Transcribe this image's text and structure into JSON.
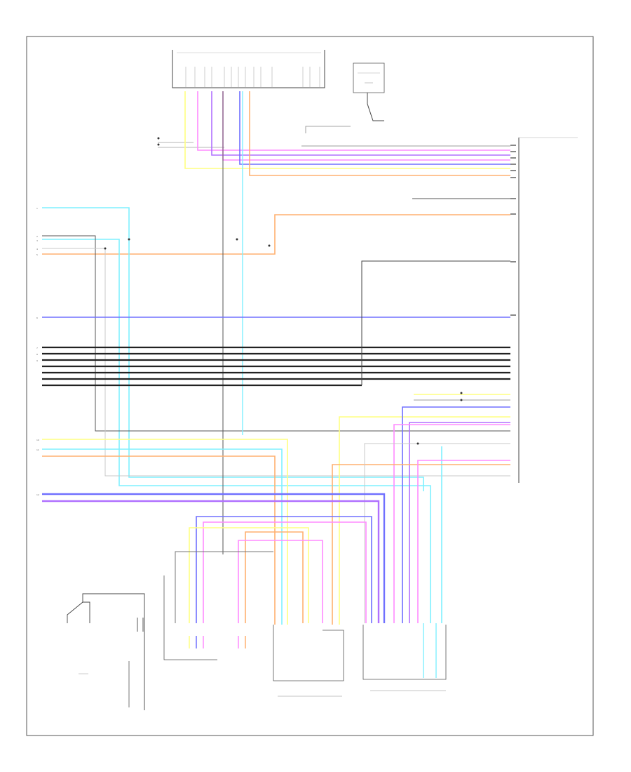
{
  "diagram": {
    "frame_id": "",
    "colors": {
      "yellow": "#ffff80",
      "pink": "#ff8cff",
      "light_blue": "#7ff0ff",
      "blue": "#7070ff",
      "violet": "#b070ff",
      "orange": "#ffb070",
      "gray": "#9c9c9c",
      "black": "#222222",
      "light_gray": "#c8c8c8"
    },
    "components": [
      {
        "id": "top-unit",
        "kind": "connector-block"
      },
      {
        "id": "antenna-amp",
        "kind": "module"
      },
      {
        "id": "main-unit",
        "kind": "module"
      },
      {
        "id": "sat-antenna",
        "kind": "module"
      },
      {
        "id": "mic",
        "kind": "module"
      },
      {
        "id": "cd-changer",
        "kind": "connector-group"
      },
      {
        "id": "lf-speaker",
        "kind": "speaker-connector"
      },
      {
        "id": "rf-speaker",
        "kind": "speaker-connector"
      }
    ]
  }
}
